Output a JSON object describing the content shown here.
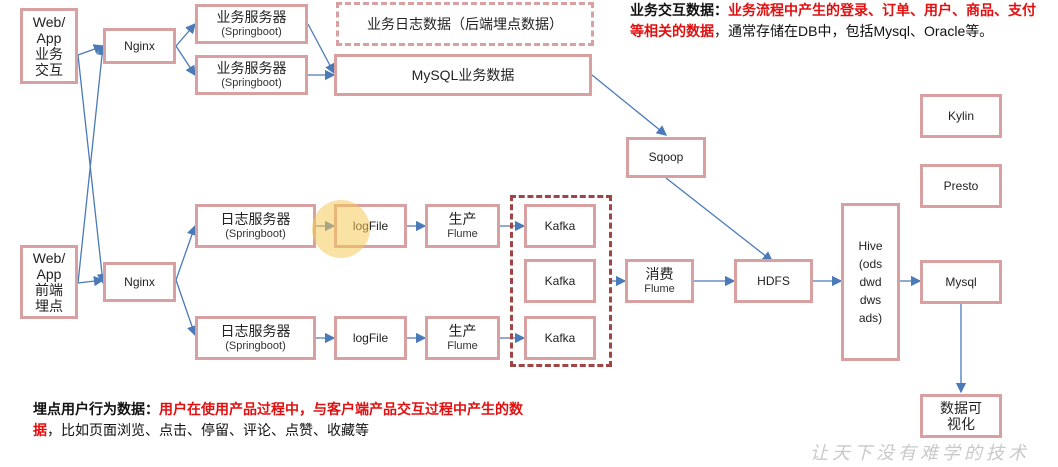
{
  "nodes": {
    "web_app_interact": "Web/\nApp\n业务\n交互",
    "web_app_track": "Web/\nApp\n前端\n埋点",
    "nginx_top": "Nginx",
    "nginx_bottom": "Nginx",
    "biz_server_1": {
      "line1": "业务服务器",
      "line2": "(Springboot)"
    },
    "biz_server_2": {
      "line1": "业务服务器",
      "line2": "(Springboot)"
    },
    "backend_log": "业务日志数据（后端埋点数据）",
    "mysql_biz": "MySQL业务数据",
    "sqoop": "Sqoop",
    "log_server_1": {
      "line1": "日志服务器",
      "line2": "(Springboot)"
    },
    "log_server_2": {
      "line1": "日志服务器",
      "line2": "(Springboot)"
    },
    "logfile_1": "logFile",
    "logfile_2": "logFile",
    "flume_prod_1": {
      "line1": "生产",
      "line2": "Flume"
    },
    "flume_prod_2": {
      "line1": "生产",
      "line2": "Flume"
    },
    "kafka_1": "Kafka",
    "kafka_2": "Kafka",
    "kafka_3": "Kafka",
    "flume_consume": {
      "line1": "消费",
      "line2": "Flume"
    },
    "hdfs": "HDFS",
    "hive": "Hive\n(ods\ndwd\ndws\nads)",
    "kylin": "Kylin",
    "presto": "Presto",
    "mysql_out": "Mysql",
    "visualize": "数据可\n视化"
  },
  "notes": {
    "biz_interact": {
      "label": "业务交互数据：",
      "highlight": "业务流程中产生的登录、订单、用户、商品、支付等相关的数据",
      "rest": "，通常存储在DB中，包括Mysql、Oracle等。"
    },
    "tracking": {
      "label": "埋点用户行为数据：",
      "highlight": "用户在使用产品过程中，与客户端产品交互过程中产生的数据",
      "rest": "，比如页面浏览、点击、停留、评论、点赞、收藏等"
    }
  },
  "watermark": "让天下没有难学的技术",
  "colors": {
    "box_border": "#d8a0a0",
    "kafka_group_border": "#a04444",
    "arrow": "#4a7ab8",
    "highlight_text": "#e01010"
  }
}
